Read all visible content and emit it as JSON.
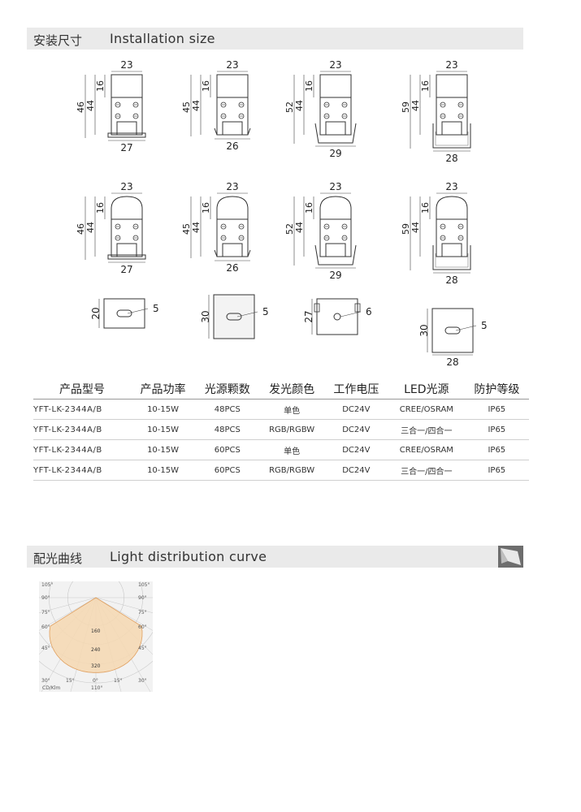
{
  "sections": {
    "installation": {
      "cn": "安装尺寸",
      "en": "Installation size"
    },
    "light": {
      "cn": "配光曲线",
      "en": "Light distribution curve"
    }
  },
  "drawings": {
    "row1": [
      {
        "width": "23",
        "height_total": "46",
        "height_body": "44",
        "height_top": "16",
        "base_width": "27"
      },
      {
        "width": "23",
        "height_total": "45",
        "height_body": "44",
        "height_top": "16",
        "base_width": "26"
      },
      {
        "width": "23",
        "height_total": "52",
        "height_body": "44",
        "height_top": "16",
        "base_width": "29"
      },
      {
        "width": "23",
        "height_total": "59",
        "height_body": "44",
        "height_top": "16",
        "base_width": "28"
      }
    ],
    "row2": [
      {
        "width": "23",
        "height_total": "46",
        "height_body": "44",
        "height_top": "16",
        "base_width": "27"
      },
      {
        "width": "23",
        "height_total": "45",
        "height_body": "44",
        "height_top": "16",
        "base_width": "26"
      },
      {
        "width": "23",
        "height_total": "52",
        "height_body": "44",
        "height_top": "16",
        "base_width": "29"
      },
      {
        "width": "23",
        "height_total": "59",
        "height_body": "44",
        "height_top": "16",
        "base_width": "28"
      }
    ],
    "row3": [
      {
        "height": "20",
        "hole": "5",
        "width": ""
      },
      {
        "height": "30",
        "hole": "5",
        "width": ""
      },
      {
        "height": "27",
        "hole": "6",
        "width": ""
      },
      {
        "height": "30",
        "hole": "5",
        "width": "28"
      }
    ]
  },
  "table": {
    "headers": [
      "产品型号",
      "产品功率",
      "光源颗数",
      "发光颜色",
      "工作电压",
      "LED光源",
      "防护等级"
    ],
    "rows": [
      [
        "YFT-LK-2344A/B",
        "10-15W",
        "48PCS",
        "单色",
        "DC24V",
        "CREE/OSRAM",
        "IP65"
      ],
      [
        "YFT-LK-2344A/B",
        "10-15W",
        "48PCS",
        "RGB/RGBW",
        "DC24V",
        "三合一/四合一",
        "IP65"
      ],
      [
        "YFT-LK-2344A/B",
        "10-15W",
        "60PCS",
        "单色",
        "DC24V",
        "CREE/OSRAM",
        "IP65"
      ],
      [
        "YFT-LK-2344A/B",
        "10-15W",
        "60PCS",
        "RGB/RGBW",
        "DC24V",
        "三合一/四合一",
        "IP65"
      ]
    ]
  },
  "polar": {
    "angle_labels": [
      "105°",
      "90°",
      "75°",
      "60°",
      "45°",
      "30°",
      "15°",
      "0°"
    ],
    "radial_labels": [
      "160",
      "240",
      "320"
    ],
    "unit": "CD/Klm",
    "beam_label": "110°",
    "fill_color": "#f6d8b2",
    "stroke_color": "#e0a060"
  }
}
